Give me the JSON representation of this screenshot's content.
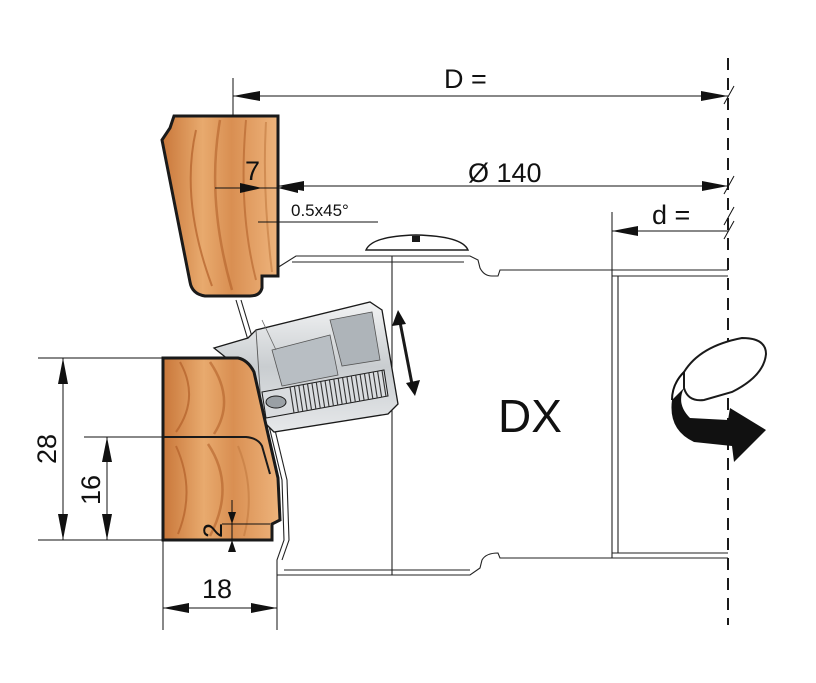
{
  "dimensions": {
    "D": "D =",
    "diameter": "Ø 140",
    "d": "d =",
    "chamfer_depth": "7",
    "chamfer": "0.5x45°",
    "height_total": "28",
    "height_lower": "16",
    "step": "2",
    "width": "18"
  },
  "rotation_label": "DX",
  "colors": {
    "wood_light": "#e7a86c",
    "wood_dark": "#b8642c",
    "steel": "#cfd3d6",
    "outline": "#1a1a1a"
  }
}
